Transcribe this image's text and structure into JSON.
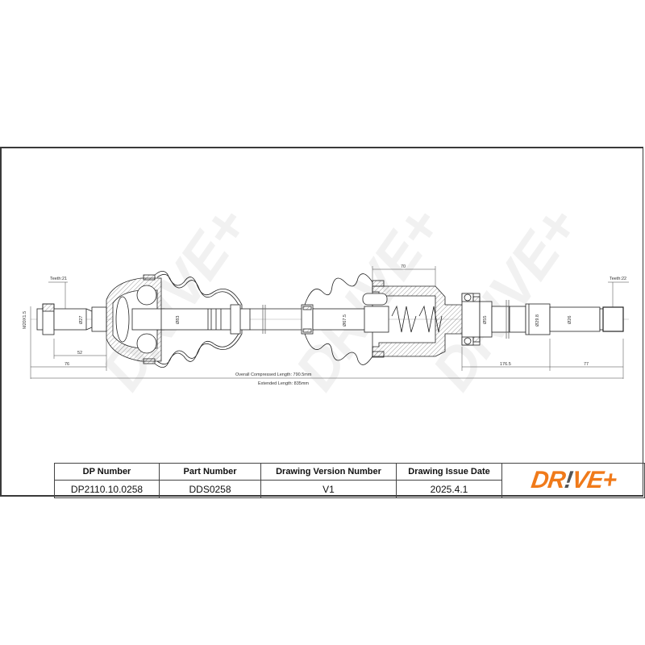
{
  "drawing": {
    "watermark": "DR!VE+",
    "labels": {
      "teeth_left": "Teeth:21",
      "teeth_right": "Teeth:22",
      "thread": "M20X1.5",
      "dia_left_stub": "Ø27",
      "dia_left_boot": "Ø83",
      "dia_inner_boot": "Ø67.5",
      "dia_bearing": "Ø55",
      "dia_seal": "Ø29.8",
      "dia_right_stub": "Ø26"
    },
    "dimensions": {
      "left_52": "52",
      "left_76": "76",
      "housing_70": "70",
      "right_176_5": "176.5",
      "right_77": "77",
      "overall_compressed": "Overall  Compressed  Length: 790.5mm",
      "extended": "Extended  Length: 835mm"
    }
  },
  "title_block": {
    "headers": [
      "DP Number",
      "Part Number",
      "Drawing Version Number",
      "Drawing Issue Date"
    ],
    "values": [
      "DP2110.10.0258",
      "DDS0258",
      "V1",
      "2025.4.1"
    ],
    "logo": {
      "part1": "DR",
      "bang": "!",
      "part2": "VE+"
    },
    "colors": {
      "brand_orange": "#f07a1a",
      "brand_gray": "#555555"
    }
  }
}
